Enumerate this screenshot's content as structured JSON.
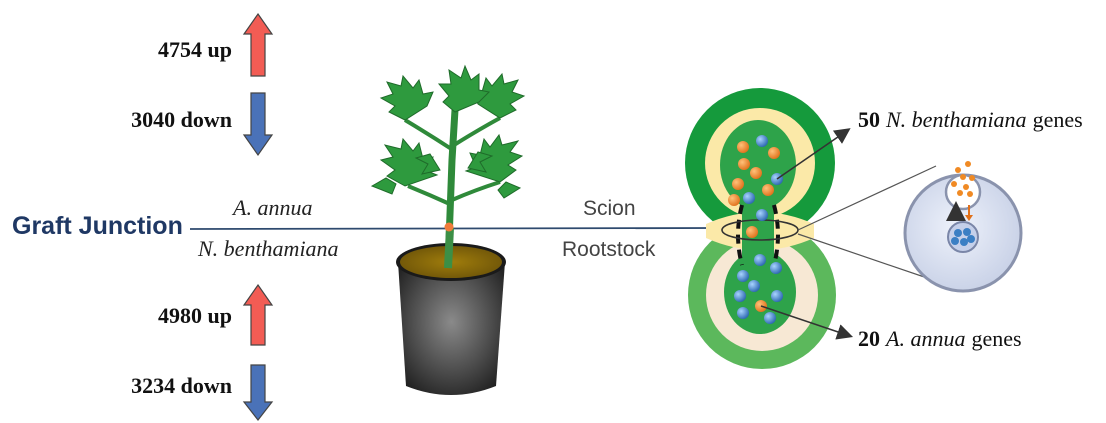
{
  "scion_stats": {
    "up": "4754 up",
    "down": "3040 down"
  },
  "rootstock_stats": {
    "up": "4980 up",
    "down": "3234 down"
  },
  "junction": {
    "title": "Graft Junction",
    "scion_species": "A. annua",
    "rootstock_species": "N. benthamiana",
    "scion_label": "Scion",
    "rootstock_label": "Rootstock"
  },
  "mobile_genes": {
    "scion": {
      "count": "50",
      "species": "N. benthamiana",
      "suffix": "genes"
    },
    "rootstock": {
      "count": "20",
      "species": "A. annua",
      "suffix": "genes"
    }
  },
  "colors": {
    "up_arrow": "#f25c54",
    "down_arrow": "#4a72b8",
    "junction_text": "#1f3864",
    "scion_outer": "#159a3c",
    "rootstock_outer": "#5cb85c",
    "inner_ring": "#fbe9a8",
    "rootstock_ring": "#f7e8d4",
    "core": "#2ea34a",
    "scion_mrna": "#f08a24",
    "rootstock_mrna": "#3b7fc4"
  },
  "icons": [
    "plant-icon",
    "pot-icon",
    "cell-icon",
    "mrna-icon"
  ]
}
